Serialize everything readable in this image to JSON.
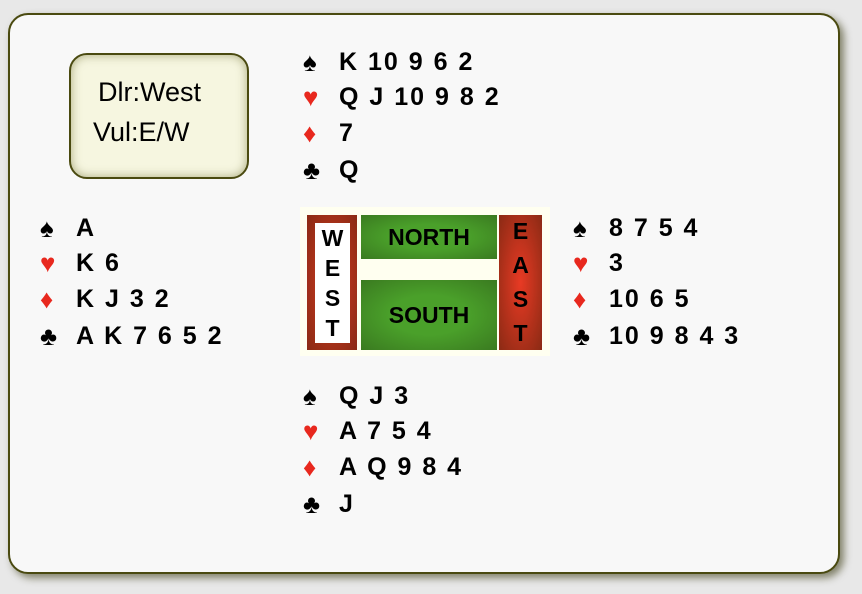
{
  "info": {
    "dealer_label": "Dlr:",
    "dealer": "West",
    "vul_label": "Vul:",
    "vul": "E/W"
  },
  "compass": {
    "north": "NORTH",
    "south": "SOUTH",
    "west": [
      "W",
      "E",
      "S",
      "T"
    ],
    "east": [
      "E",
      "A",
      "S",
      "T"
    ]
  },
  "suits": {
    "spades": "♠",
    "hearts": "♥",
    "diamonds": "♦",
    "clubs": "♣"
  },
  "colors": {
    "red": "#e8281e",
    "black": "#000000",
    "green": "#4aa02a",
    "border": "#4a4a10"
  },
  "hands": {
    "north": {
      "spades": "K 10 9 6 2",
      "hearts": "Q J 10 9 8 2",
      "diamonds": "7",
      "clubs": "Q"
    },
    "west": {
      "spades": "A",
      "hearts": "K 6",
      "diamonds": "K J 3 2",
      "clubs": "A K 7 6 5 2"
    },
    "east": {
      "spades": "8 7 5 4",
      "hearts": "3",
      "diamonds": "10 6 5",
      "clubs": "10 9 8 4 3"
    },
    "south": {
      "spades": "Q J 3",
      "hearts": "A 7 5 4",
      "diamonds": "A Q 9 8 4",
      "clubs": "J"
    }
  }
}
